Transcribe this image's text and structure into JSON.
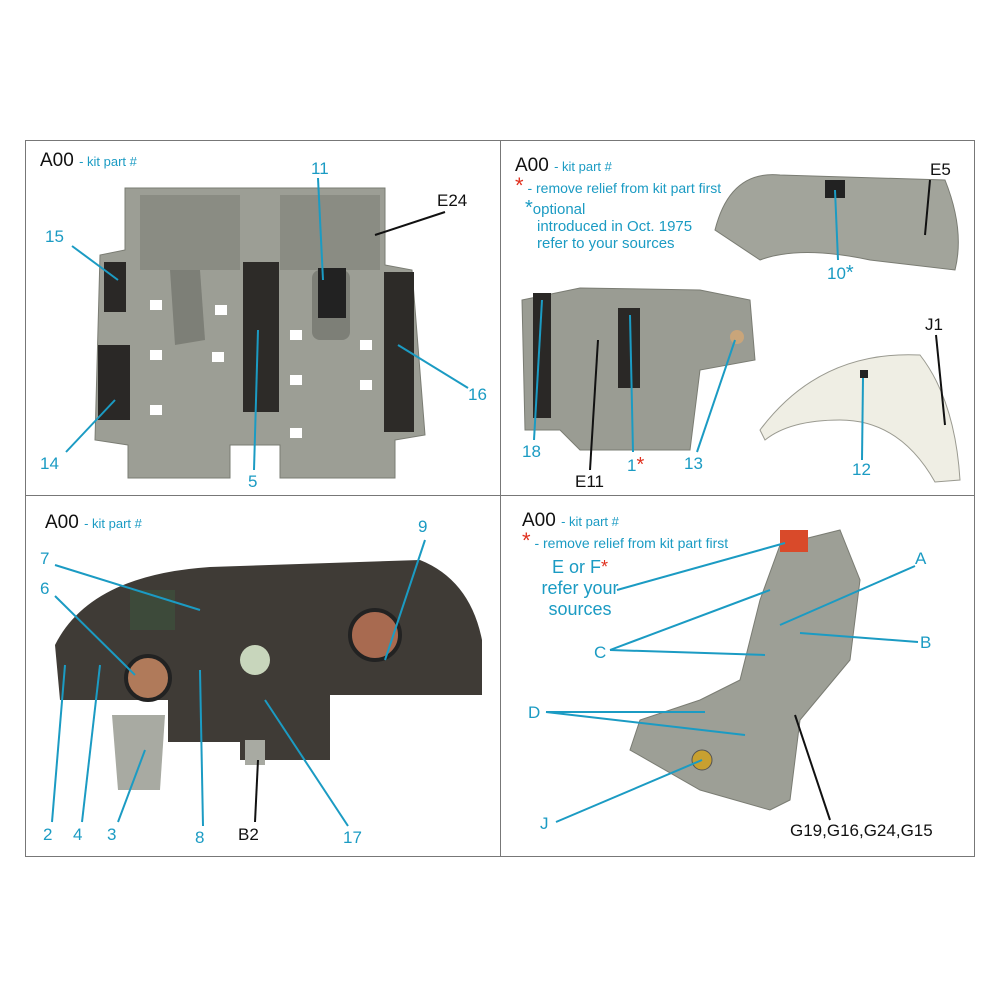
{
  "legend": {
    "kit_part_code": "A00",
    "kit_part_text": "- kit part #",
    "remove_relief_text": "- remove relief from kit part first",
    "asterisk": "*"
  },
  "panel1": {
    "labels": {
      "p11": "11",
      "e24": "E24",
      "p15": "15",
      "p16": "16",
      "p14": "14",
      "p5": "5"
    }
  },
  "panel2": {
    "optional_line1": "optional",
    "optional_line2": "introduced in Oct. 1975",
    "optional_line3": "refer to your sources",
    "labels": {
      "e5": "E5",
      "p10": "10",
      "j1": "J1",
      "p18": "18",
      "e11": "E11",
      "p1": "1",
      "p13": "13",
      "p12": "12"
    }
  },
  "panel3": {
    "labels": {
      "p7": "7",
      "p6": "6",
      "p9": "9",
      "p2": "2",
      "p4": "4",
      "p3": "3",
      "p8": "8",
      "b2": "B2",
      "p17": "17"
    }
  },
  "panel4": {
    "ef_line1": "E or F",
    "ef_line2": "refer your",
    "ef_line3": "sources",
    "labels": {
      "a": "A",
      "b": "B",
      "c": "C",
      "d": "D",
      "j": "J",
      "g": "G19,G16,G24,G15"
    }
  },
  "colors": {
    "accent": "#1b9bc3",
    "asterisk": "#e0301e",
    "resin": "#9a9c93",
    "panel": "#3f3b36"
  }
}
